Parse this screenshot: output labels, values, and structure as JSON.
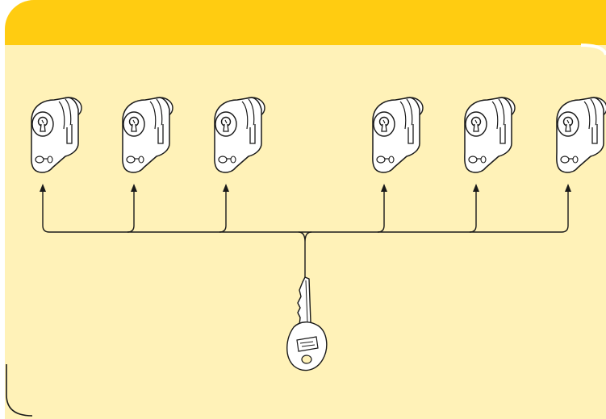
{
  "diagram": {
    "cylinder_count": 6,
    "key_count": 1,
    "connector": "tree"
  },
  "colors": {
    "header": "#FFCC11",
    "panel": "#FFF2B8",
    "line": "#1A1A1A",
    "metal_fill": "#FFFFFF"
  },
  "icons": {
    "cylinder": "euro-profile-lock-cylinder-icon",
    "key": "key-icon"
  }
}
